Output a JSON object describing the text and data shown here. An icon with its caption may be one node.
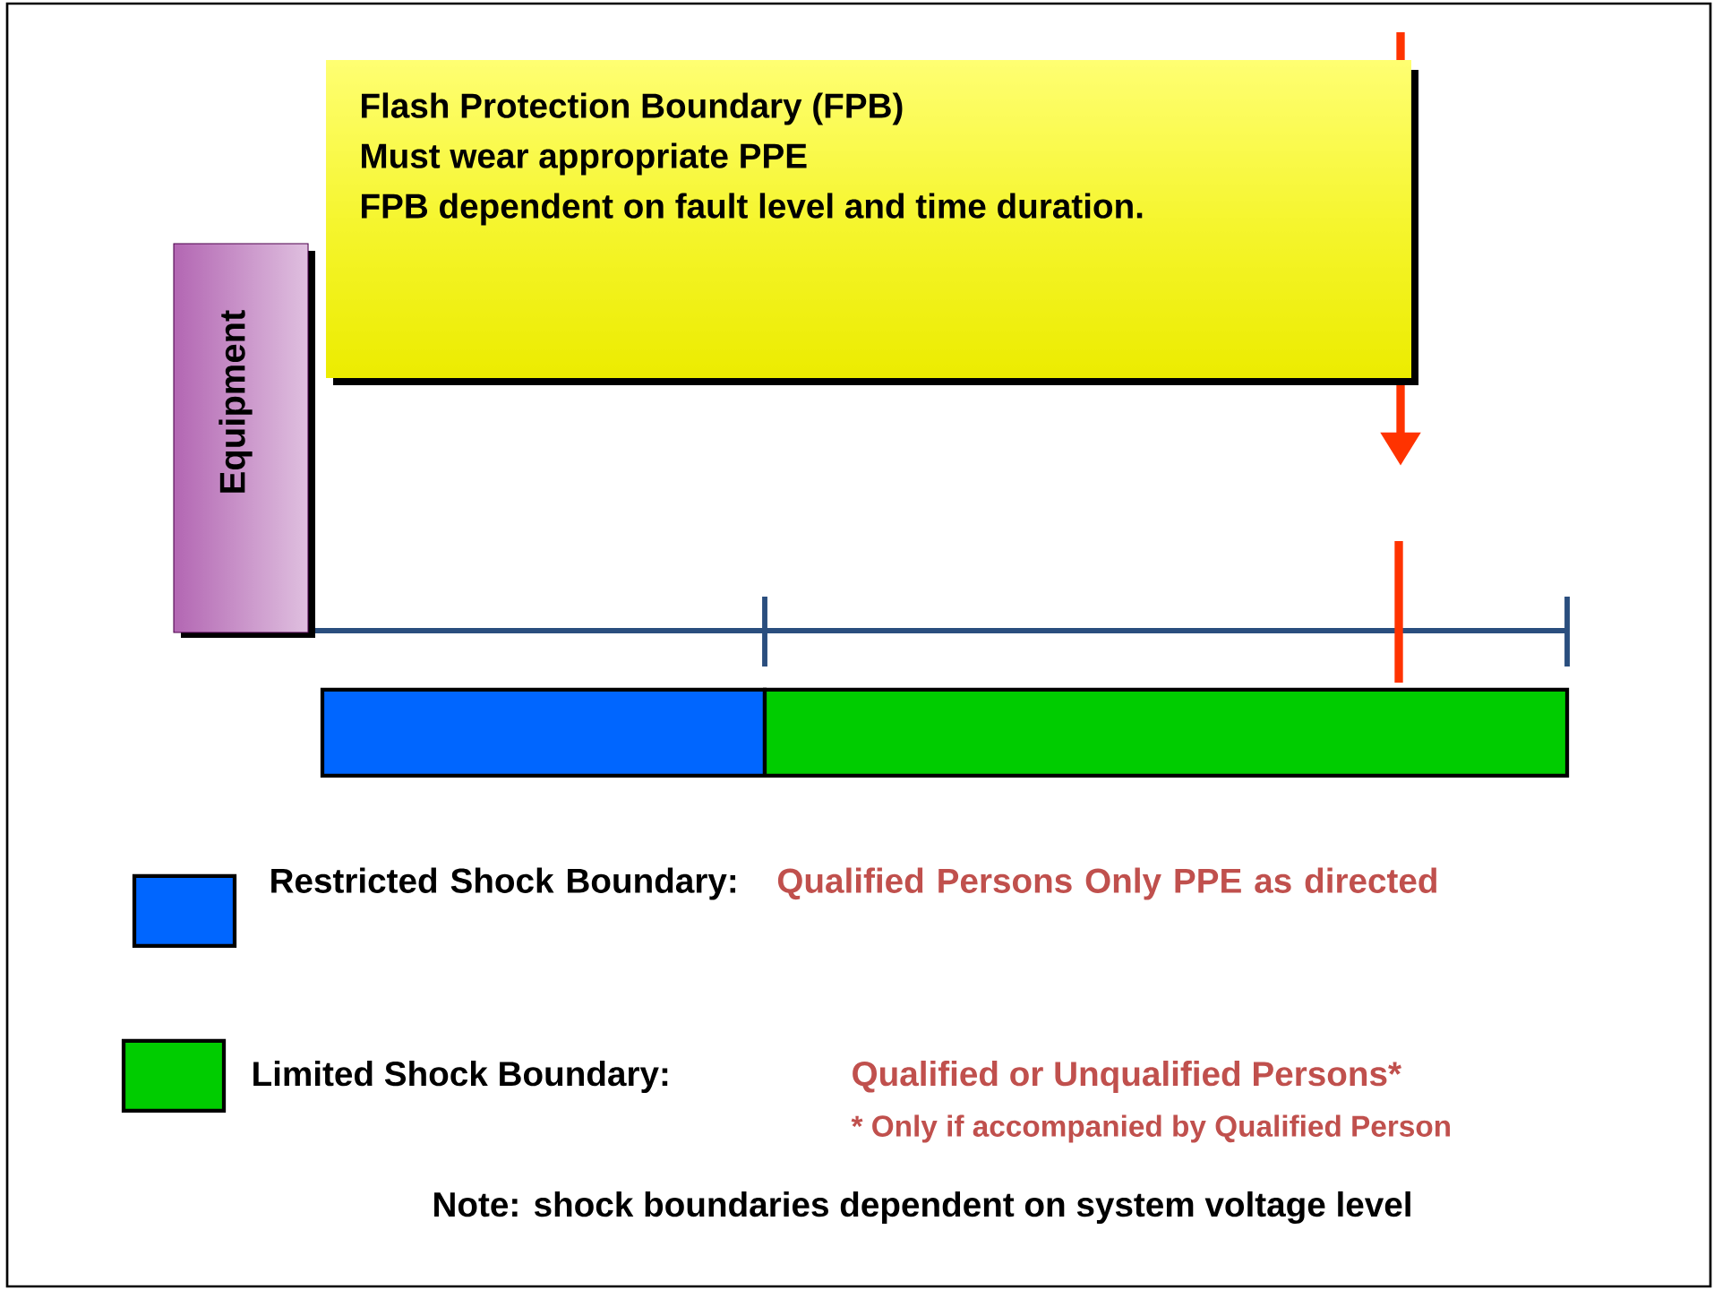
{
  "diagram": {
    "nodes": [
      {
        "text": [
          "Flash Protection Boundary (FPB)",
          "Must wear appropriate PPE",
          "FPB dependent on fault level and time duration."
        ]
      },
      {
        "text": [
          "Equipment"
        ]
      },
      {
        "text": [],
        "shape": "bar"
      },
      {
        "text": [],
        "shape": "bar"
      }
    ],
    "labels": [
      "Qualified Persons Only PPE as directed",
      "Qualified or Unqualified Persons*",
      "* Only if accompanied by Qualified Person",
      "Note: shock boundaries dependent on system voltage level"
    ],
    "legend": [
      {
        "text": "Restricted Shock Boundary:",
        "color": "#0066ff"
      },
      {
        "text": "Limited Shock Boundary:",
        "color": "#00cc00"
      }
    ]
  }
}
